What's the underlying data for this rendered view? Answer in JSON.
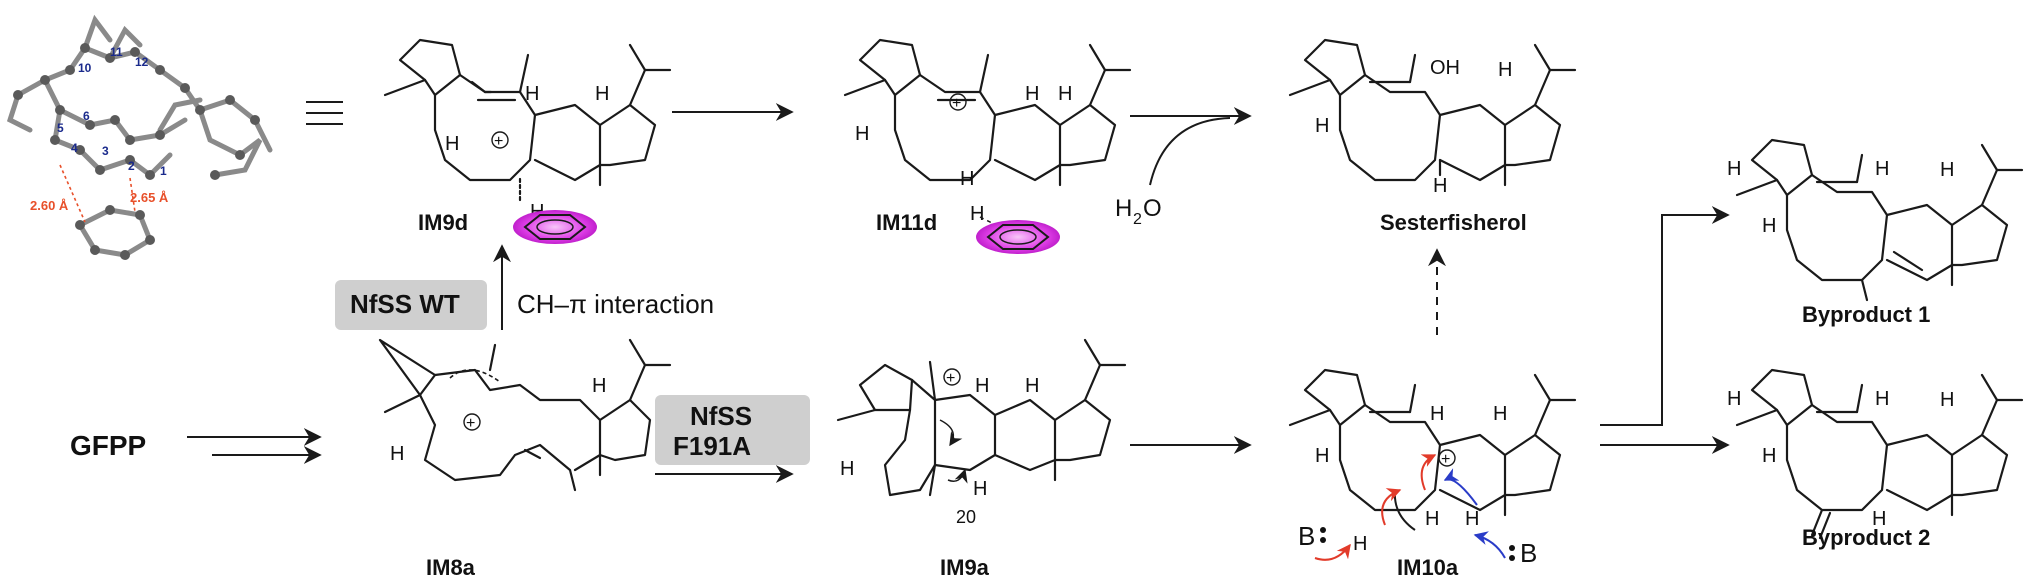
{
  "labels": {
    "gfpp": "GFPP",
    "im8a": "IM8a",
    "im9d": "IM9d",
    "im11d": "IM11d",
    "sesterfisherol": "Sesterfisherol",
    "im9a": "IM9a",
    "im10a": "IM10a",
    "byproduct1": "Byproduct 1",
    "byproduct2": "Byproduct 2"
  },
  "enzymes": {
    "wt": "NfSS WT",
    "mutant_line1": "NfSS",
    "mutant_line2": "F191A"
  },
  "annotations": {
    "ch_pi": "CH–π interaction",
    "water_h": "H",
    "water_sub": "2",
    "water_o": "O",
    "carbon_20": "20",
    "base_left": "B",
    "base_right": "B",
    "oh": "OH",
    "h": "H"
  },
  "inset": {
    "distance_1": "2.60 Å",
    "distance_2": "2.65 Å",
    "atom_numbers": [
      "10",
      "11",
      "12",
      "5",
      "6",
      "4",
      "3",
      "2",
      "1"
    ]
  },
  "colors": {
    "benzene_highlight": "#e040e8",
    "distance_label": "#e8502a",
    "atom_number": "#1a2a8c",
    "arrow_red": "#e23b2a",
    "arrow_blue": "#2a3cc8",
    "enzyme_box": "#cfcfcf"
  }
}
